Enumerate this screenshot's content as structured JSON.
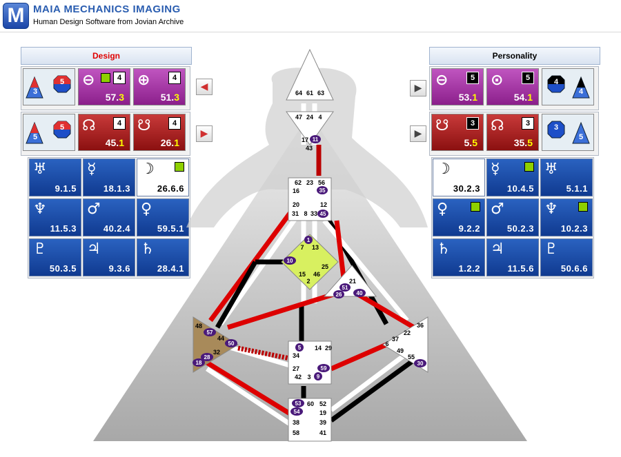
{
  "app": {
    "logo_letter": "M",
    "title": "MAIA MECHANICS IMAGING",
    "subtitle": "Human Design Software from Jovian Archive"
  },
  "design": {
    "header": "Design",
    "row1": {
      "shapes": [
        "3",
        "5"
      ],
      "cells": [
        {
          "glyph": "⊖",
          "line": "4",
          "value_main": "57.",
          "value_hi": "3",
          "bg": "purple"
        },
        {
          "glyph": "⊕",
          "line": "4",
          "value_main": "51.",
          "value_hi": "3",
          "bg": "purple"
        }
      ]
    },
    "row2": {
      "shapes": [
        "5",
        "5"
      ],
      "cells": [
        {
          "glyph": "☊",
          "line": "4",
          "value_main": "45.",
          "value_hi": "1",
          "bg": "red"
        },
        {
          "glyph": "☋",
          "line": "4",
          "value_main": "26.",
          "value_hi": "1",
          "bg": "red"
        }
      ]
    },
    "planets": [
      {
        "glyph": "♅",
        "value": "9.1.5"
      },
      {
        "glyph": "☿",
        "value": "18.1.3"
      },
      {
        "glyph": "☽",
        "value": "26.6.6",
        "white": true
      },
      {
        "glyph": "♆",
        "value": "11.5.3"
      },
      {
        "glyph": "♂",
        "value": "40.2.4"
      },
      {
        "glyph": "♀",
        "value": "59.5.1"
      },
      {
        "glyph": "♇",
        "value": "50.3.5"
      },
      {
        "glyph": "♃",
        "value": "9.3.6"
      },
      {
        "glyph": "♄",
        "value": "28.4.1"
      }
    ]
  },
  "personality": {
    "header": "Personality",
    "row1": {
      "shapes": [
        "4",
        "4"
      ],
      "cells": [
        {
          "glyph": "⊖",
          "line": "5",
          "value_main": "53.",
          "value_hi": "1",
          "bg": "purple"
        },
        {
          "glyph": "⊙",
          "line": "5",
          "value_main": "54.",
          "value_hi": "1",
          "bg": "purple"
        }
      ]
    },
    "row2": {
      "shapes": [
        "3",
        "5"
      ],
      "cells": [
        {
          "glyph": "☋",
          "line": "3",
          "value_main": "5.",
          "value_hi": "5",
          "bg": "red"
        },
        {
          "glyph": "☊",
          "line": "3",
          "value_main": "35.",
          "value_hi": "5",
          "bg": "red"
        }
      ]
    },
    "planets": [
      {
        "glyph": "☽",
        "value": "30.2.3",
        "white": true
      },
      {
        "glyph": "☿",
        "value": "10.4.5"
      },
      {
        "glyph": "♅",
        "value": "5.1.1"
      },
      {
        "glyph": "♀",
        "value": "9.2.2"
      },
      {
        "glyph": "♂",
        "value": "50.2.3"
      },
      {
        "glyph": "♆",
        "value": "10.2.3"
      },
      {
        "glyph": "♄",
        "value": "1.2.2"
      },
      {
        "glyph": "♃",
        "value": "11.5.6"
      },
      {
        "glyph": "♇",
        "value": "50.6.6"
      }
    ]
  },
  "bodygraph": {
    "head_gates": [
      "64",
      "61",
      "63"
    ],
    "ajna_gates": [
      "47",
      "24",
      "4"
    ],
    "throat_gates": [
      "62",
      "23",
      "56",
      "16",
      "35",
      "20",
      "12",
      "31",
      "8",
      "33",
      "45"
    ],
    "g_gates": [
      "1",
      "7",
      "13",
      "10",
      "25",
      "15",
      "46",
      "2"
    ],
    "ego_gates": [
      "21",
      "51",
      "26",
      "40"
    ],
    "spleen_gates": [
      "48",
      "57",
      "44",
      "50",
      "32",
      "28",
      "18"
    ],
    "sacral_gates": [
      "5",
      "14",
      "29",
      "34",
      "27",
      "59",
      "42",
      "3",
      "9"
    ],
    "root_gates": [
      "53",
      "60",
      "52",
      "54",
      "19",
      "38",
      "39",
      "58",
      "41"
    ],
    "sp_gates": [
      "36",
      "22",
      "6",
      "37",
      "49",
      "55",
      "30"
    ],
    "extra_gates": [
      "17",
      "11",
      "43"
    ]
  }
}
